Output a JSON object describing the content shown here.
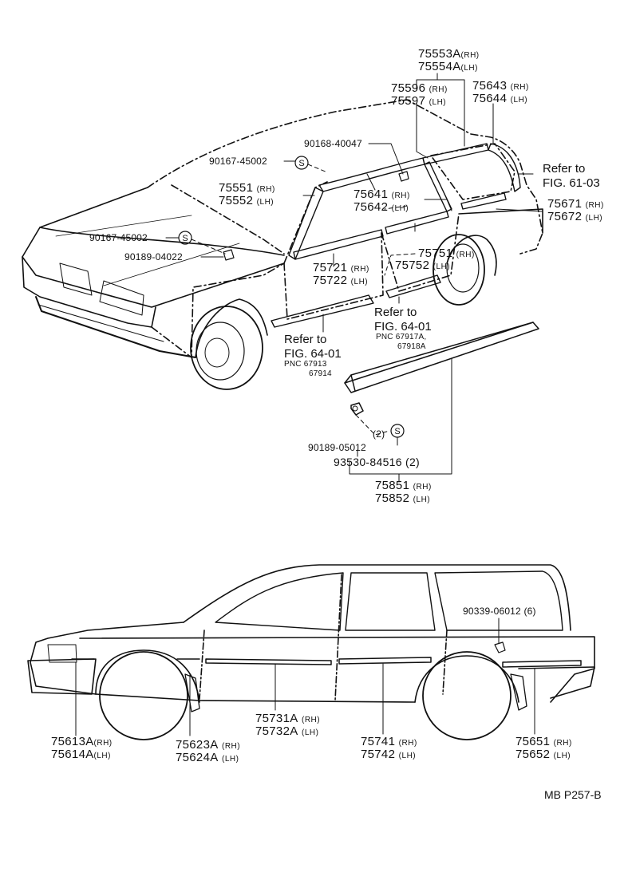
{
  "labels": {
    "l75553a": "75553A",
    "l75553a_side": "(RH)",
    "l75554a": "75554A",
    "l75554a_side": "(LH)",
    "l75596": "75596",
    "l75596_side": "(RH)",
    "l75597": "75597",
    "l75597_side": "(LH)",
    "l75643": "75643",
    "l75643_side": "(RH)",
    "l75644": "75644",
    "l75644_side": "(LH)",
    "l90168": "90168-40047",
    "l90167a": "90167-45002",
    "l75551": "75551",
    "l75551_side": "(RH)",
    "l75552": "75552",
    "l75552_side": "(LH)",
    "l75641": "75641",
    "l75641_side": "(RH)",
    "l75642": "75642",
    "l75642_side": "(LH)",
    "ref6103_a": "Refer to",
    "ref6103_b": "FIG. 61-03",
    "l75671": "75671",
    "l75671_side": "(RH)",
    "l75672": "75672",
    "l75672_side": "(LH)",
    "l90167b": "90167-45002",
    "l90189a": "90189-04022",
    "l75751": "75751",
    "l75751_side": "(RH)",
    "l75752": "75752",
    "l75752_side": "(LH)",
    "l75721": "75721",
    "l75721_side": "(RH)",
    "l75722": "75722",
    "l75722_side": "(LH)",
    "ref6401r_a": "Refer to",
    "ref6401r_b": "FIG. 64-01",
    "ref6401r_c": "PNC 67917A,",
    "ref6401r_d": "67918A",
    "ref6401l_a": "Refer to",
    "ref6401l_b": "FIG. 64-01",
    "ref6401l_c": "PNC 67913",
    "ref6401l_d": "67914",
    "qty2": "(2)",
    "l90189b": "90189-05012",
    "l93530": "93530-84516 (2)",
    "l75851": "75851",
    "l75851_side": "(RH)",
    "l75852": "75852",
    "l75852_side": "(LH)",
    "l90339": "90339-06012 (6)",
    "l75613a": "75613A",
    "l75613a_side": "(RH)",
    "l75614a": "75614A",
    "l75614a_side": "(LH)",
    "l75623a": "75623A",
    "l75623a_side": "(RH)",
    "l75624a": "75624A",
    "l75624a_side": "(LH)",
    "l75731a": "75731A",
    "l75731a_side": "(RH)",
    "l75732a": "75732A",
    "l75732a_side": "(LH)",
    "l75741": "75741",
    "l75741_side": "(RH)",
    "l75742": "75742",
    "l75742_side": "(LH)",
    "l75651": "75651",
    "l75651_side": "(RH)",
    "l75652": "75652",
    "l75652_side": "(LH)",
    "sealant_symbol": "S",
    "figure_code": "MB P257-B"
  },
  "colors": {
    "ink": "#111111",
    "paper": "#ffffff"
  }
}
